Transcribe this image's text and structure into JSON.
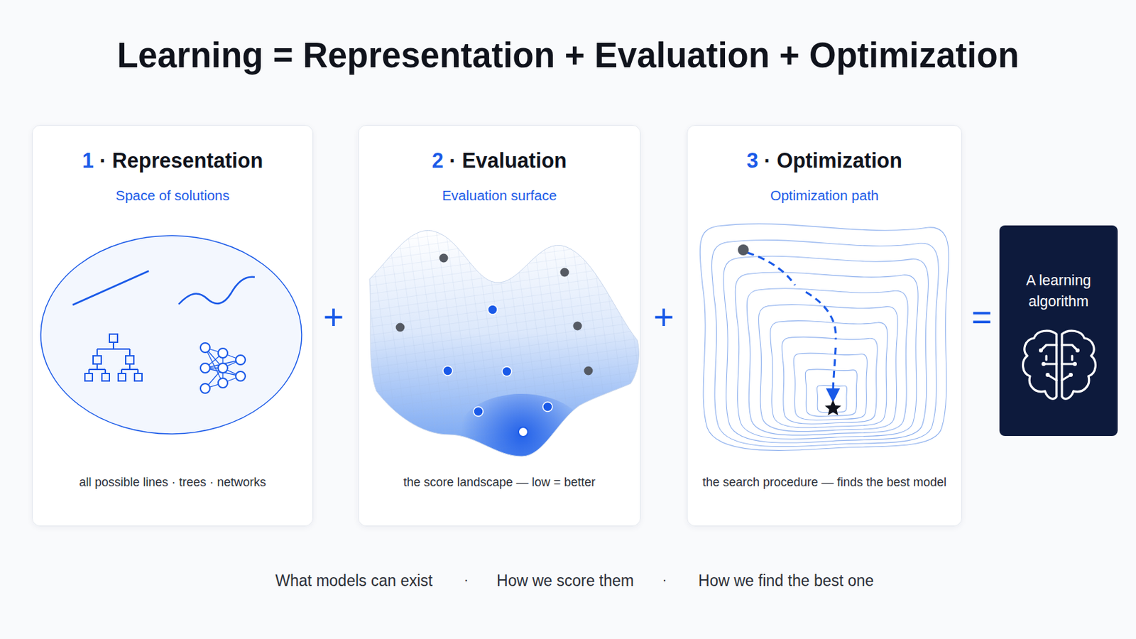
{
  "diagram": {
    "title": "Learning = Representation + Evaluation + Optimization",
    "nodes": [
      {
        "text": [
          "1 · Representation",
          "Space of solutions",
          "all possible lines · trees · networks"
        ]
      },
      {
        "text": [
          "2 · Evaluation",
          "Evaluation surface",
          "the score landscape — low = better"
        ]
      },
      {
        "text": [
          "3 · Optimization",
          "Optimization path",
          "the search procedure — finds the best model"
        ]
      },
      {
        "text": [
          "A learning algorithm"
        ]
      }
    ],
    "labels": [
      "+",
      "+",
      "=",
      "What models can exist",
      "·",
      "How we score them",
      "·",
      "How we find the best one"
    ]
  }
}
